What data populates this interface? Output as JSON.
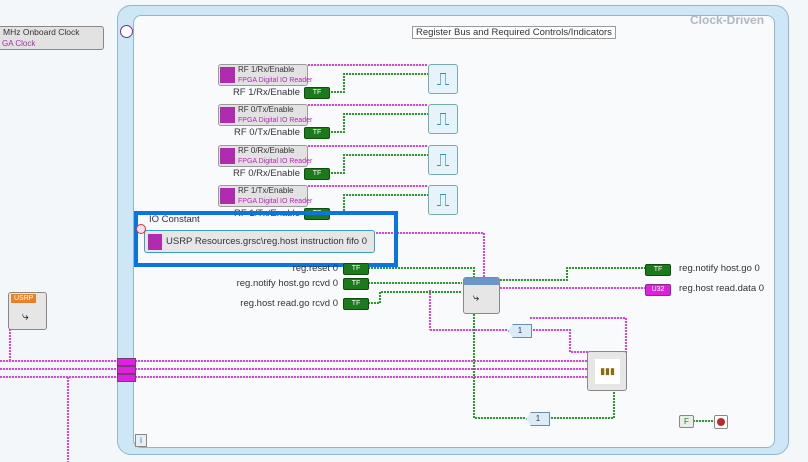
{
  "clock_node": {
    "title": "MHz Onboard Clock",
    "subtitle": "GA Clock"
  },
  "loop": {
    "label": "Clock-Driven",
    "comment": "Register Bus and Required Controls/Indicators"
  },
  "readers": [
    {
      "name": "RF 1/Rx/Enable",
      "type": "FPGA Digital IO Reader",
      "label": "RF 1/Rx/Enable",
      "const": "TF"
    },
    {
      "name": "RF 0/Tx/Enable",
      "type": "FPGA Digital IO Reader",
      "label": "RF 0/Tx/Enable",
      "const": "TF"
    },
    {
      "name": "RF 0/Rx/Enable",
      "type": "FPGA Digital IO Reader",
      "label": "RF 0/Rx/Enable",
      "const": "TF"
    },
    {
      "name": "RF 1/Tx/Enable",
      "type": "FPGA Digital IO Reader",
      "label": "RF 1/Tx/Enable",
      "const": "TF"
    }
  ],
  "io_constant": {
    "label": "IO Constant",
    "value": "USRP Resources.grsc\\reg.host instruction fifo 0"
  },
  "controls": [
    {
      "label": "reg.reset 0",
      "type": "TF"
    },
    {
      "label": "reg.notify host.go rcvd 0",
      "type": "TF"
    },
    {
      "label": "reg.host read.go rcvd 0",
      "type": "TF"
    }
  ],
  "indicators": [
    {
      "label": "reg.notify host.go 0",
      "type": "TF"
    },
    {
      "label": "reg.host read.data 0",
      "type": "U32"
    }
  ],
  "shift_1": "1",
  "shift_2": "1",
  "false_const": "F",
  "usrp_badge": "USRP",
  "info": "i"
}
